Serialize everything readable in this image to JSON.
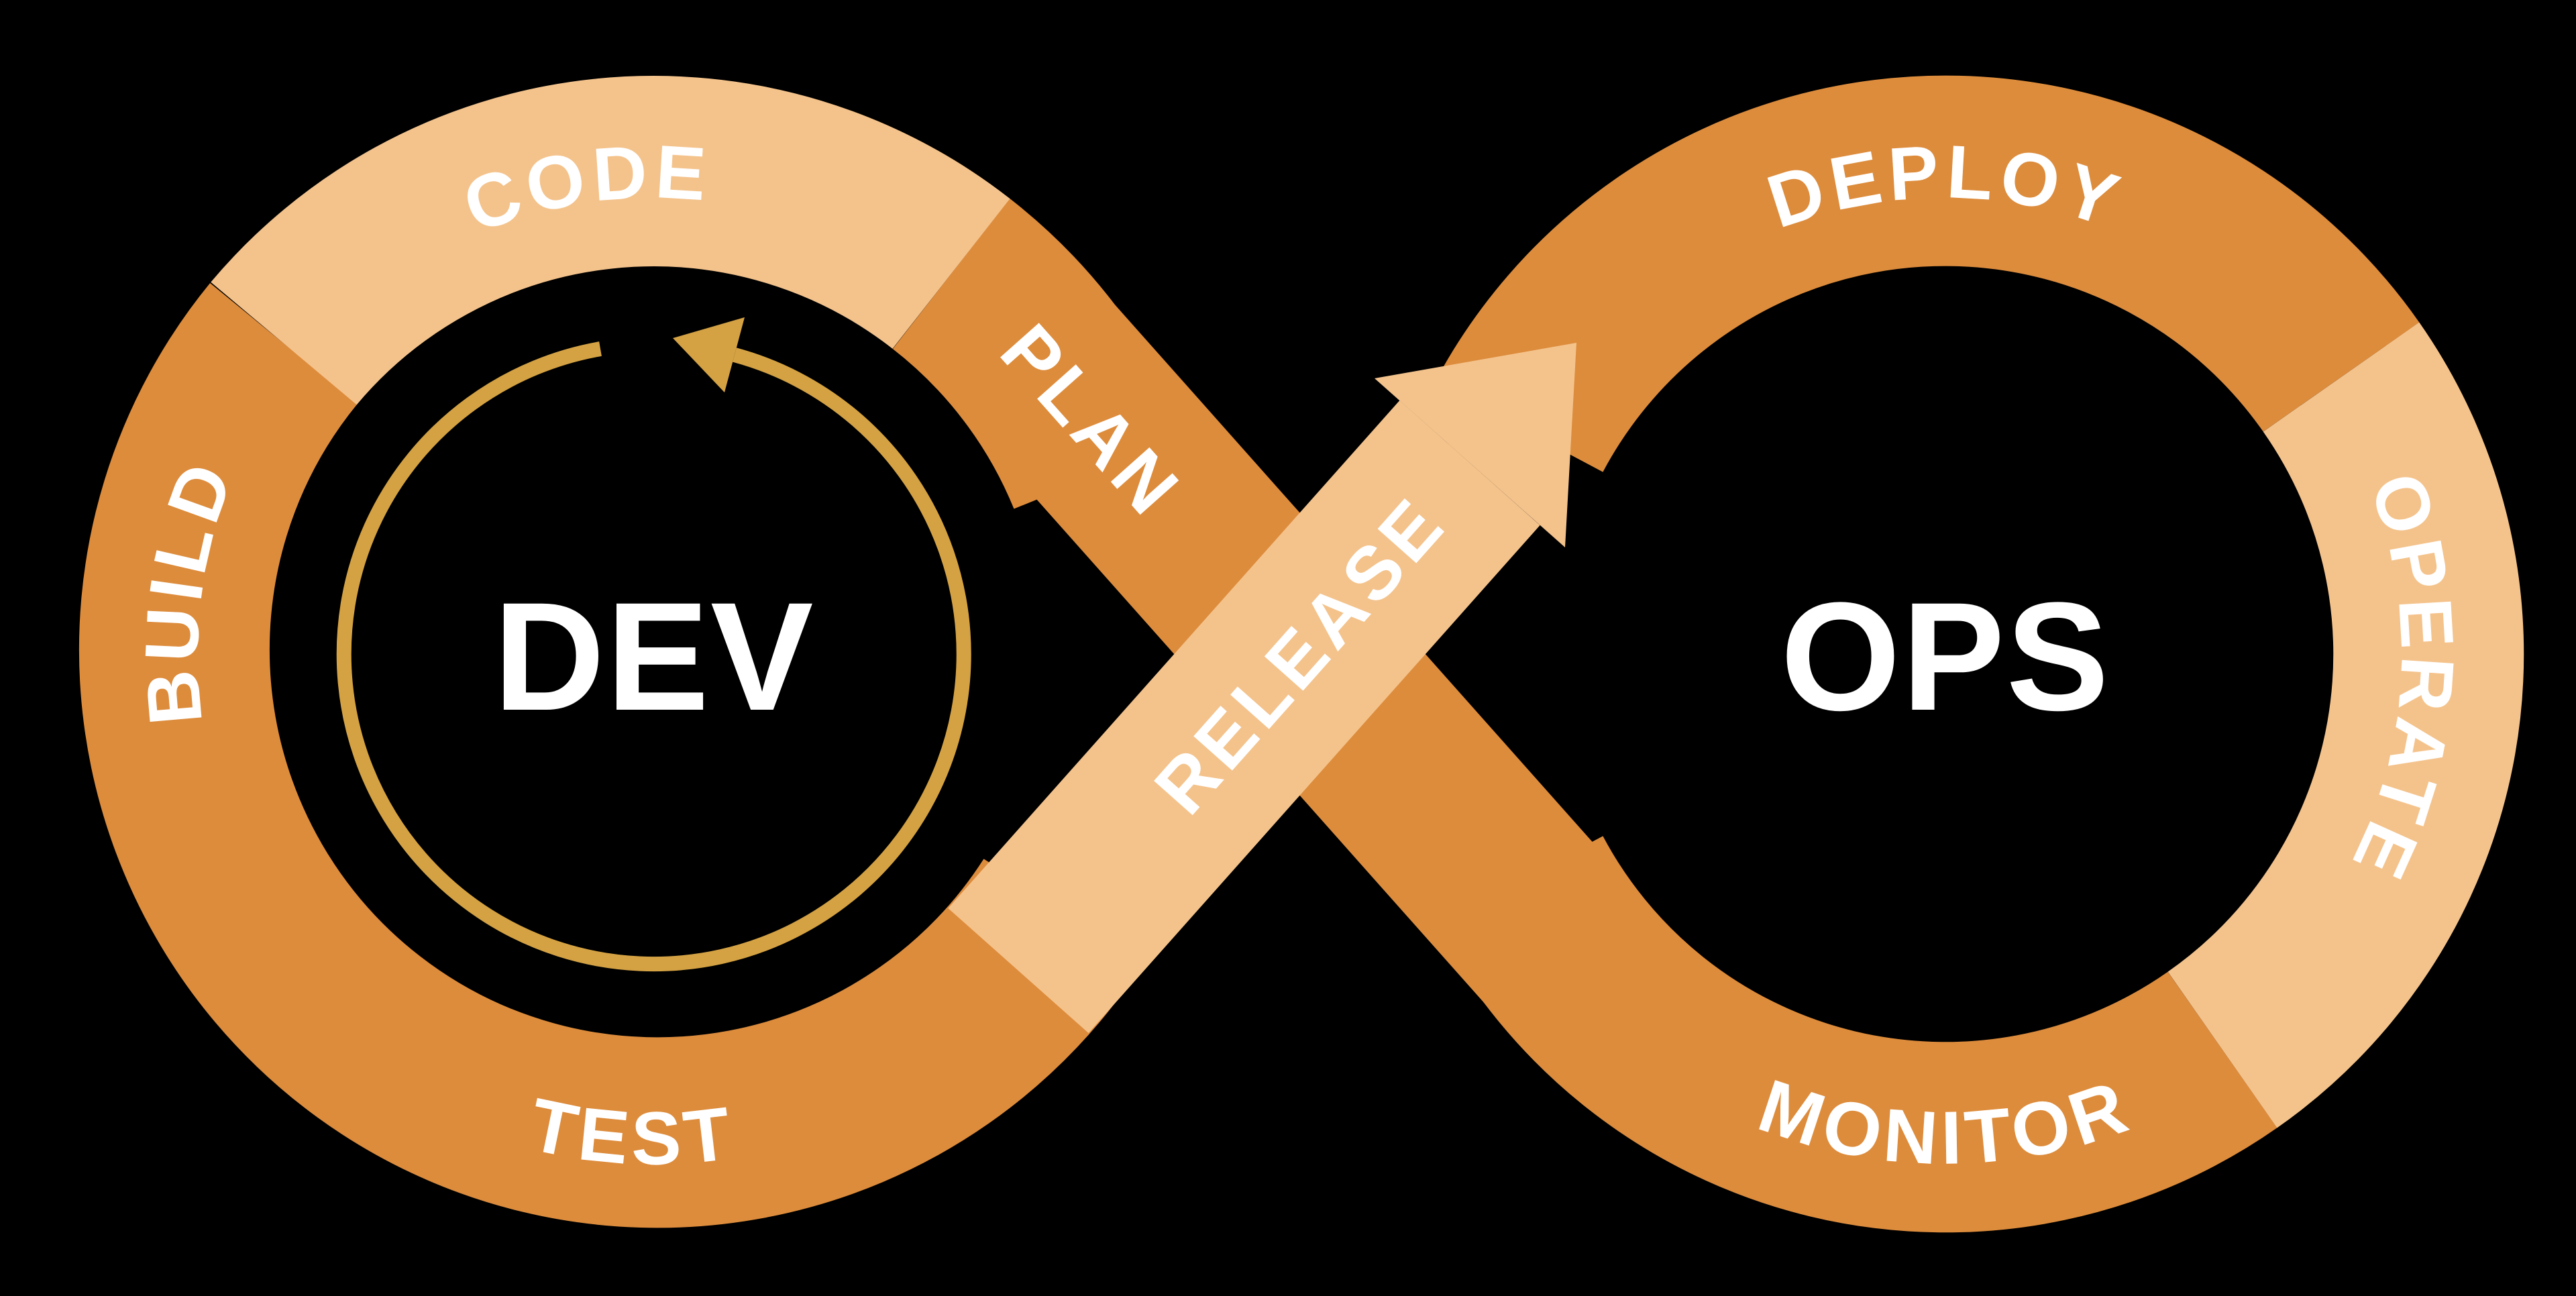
{
  "diagram": {
    "dev_label": "DEV",
    "ops_label": "OPS",
    "stages": {
      "plan": "PLAN",
      "code": "CODE",
      "build": "BUILD",
      "test": "TEST",
      "release": "RELEASE",
      "deploy": "DEPLOY",
      "operate": "OPERATE",
      "monitor": "MONITOR"
    },
    "colors": {
      "background": "#000000",
      "dark_orange": "#DD8C3C",
      "light_orange": "#F4C38C",
      "gold": "#D4A243",
      "text": "#FFFFFF"
    }
  }
}
